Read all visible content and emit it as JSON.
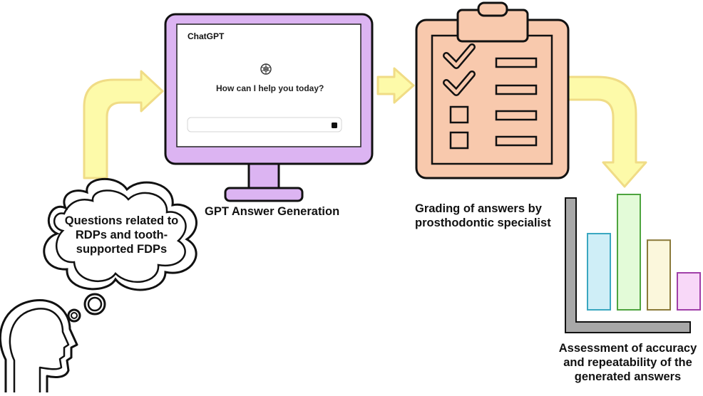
{
  "steps": {
    "questions": {
      "lines": [
        "Questions related to",
        "RDPs and tooth-",
        "supported FDPs"
      ]
    },
    "generation": {
      "label": "GPT Answer Generation"
    },
    "grading": {
      "lines": [
        "Grading of answers by",
        "prosthodontic specialist"
      ]
    },
    "assessment": {
      "lines": [
        "Assessment of accuracy",
        "and repeatability of the",
        "generated answers"
      ]
    }
  },
  "monitor_screen": {
    "app_title": "ChatGPT",
    "prompt": "How can I help you today?",
    "logo_icon": "openai-logo-icon",
    "send_icon": "send-icon"
  },
  "clipboard": {
    "rows": [
      {
        "marker": "check"
      },
      {
        "marker": "check"
      },
      {
        "marker": "empty-box"
      },
      {
        "marker": "empty-box"
      }
    ]
  },
  "bar_chart": {
    "series": [
      {
        "value": 3.5,
        "fill": "#cfeef7",
        "stroke": "#3aa7c0"
      },
      {
        "value": 5.3,
        "fill": "#e3fbd8",
        "stroke": "#4ea43f"
      },
      {
        "value": 3.2,
        "fill": "#fbf7dc",
        "stroke": "#8b7a3a"
      },
      {
        "value": 1.7,
        "fill": "#f8d8f8",
        "stroke": "#a03fa8"
      }
    ],
    "max": 5.3
  },
  "colors": {
    "arrow_fill": "#fdfaa9",
    "arrow_stroke": "#f0dc86",
    "monitor_fill": "#dcb4f2",
    "clipboard_fill": "#f8c9ad",
    "outline": "#111111",
    "chart_axis": "#a8a8a8"
  }
}
